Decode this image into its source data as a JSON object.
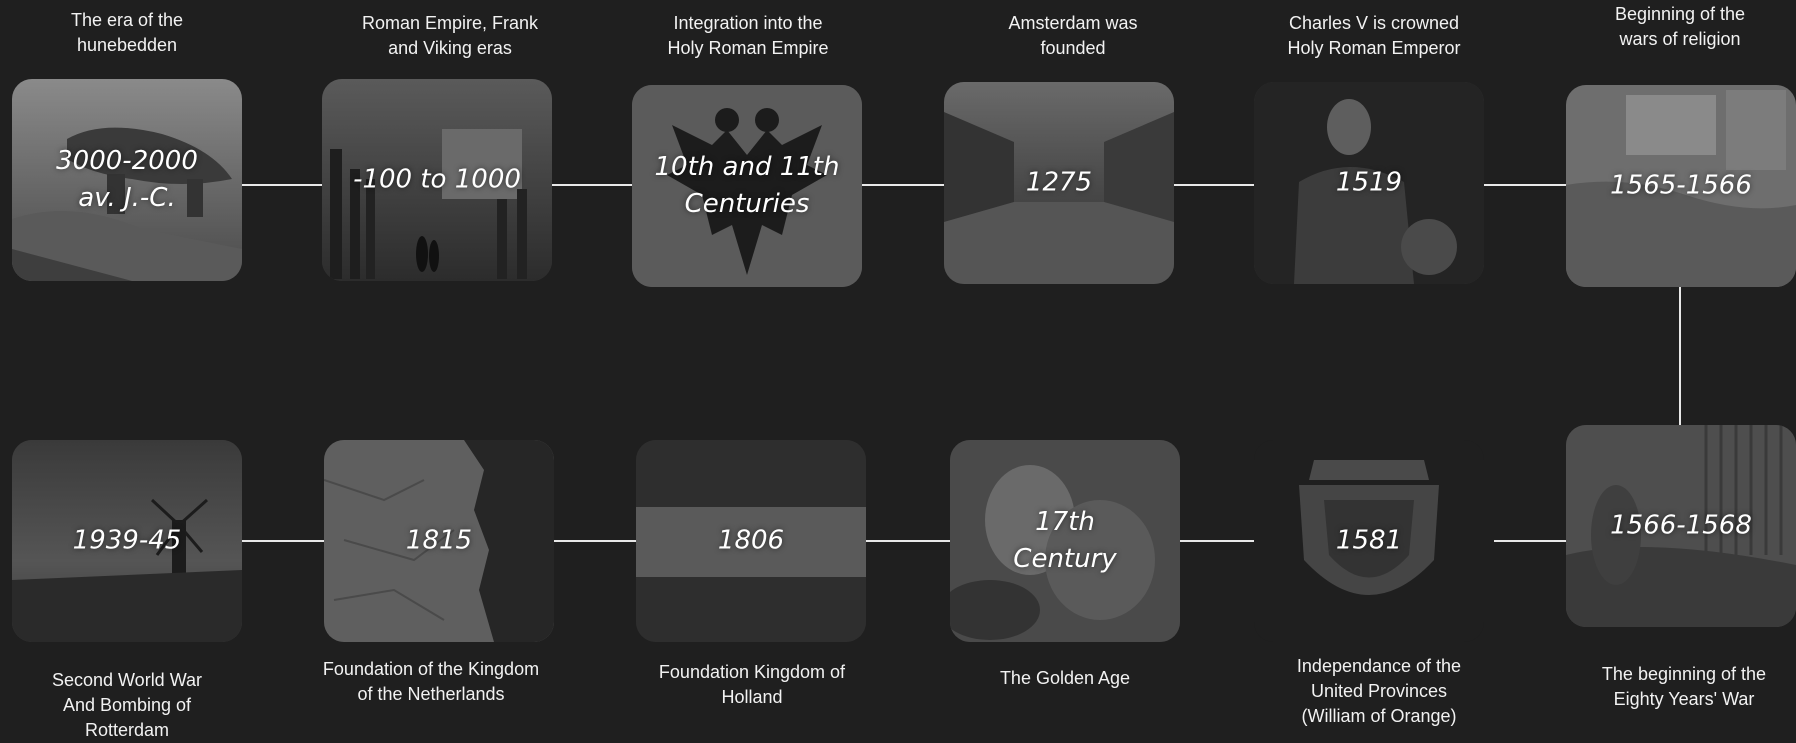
{
  "timeline": {
    "top_row": [
      {
        "caption": "The era of the\nhunebedden",
        "year": "3000-2000\nav. J.-C."
      },
      {
        "caption": "Roman Empire, Frank\nand Viking eras",
        "year": "-100 to 1000"
      },
      {
        "caption": "Integration into the\nHoly Roman Empire",
        "year": "10th and 11th\nCenturies"
      },
      {
        "caption": "Amsterdam was\nfounded",
        "year": "1275"
      },
      {
        "caption": "Charles V is crowned\nHoly Roman Emperor",
        "year": "1519"
      },
      {
        "caption": "Beginning of the\nwars of religion",
        "year": "1565-1566"
      }
    ],
    "bottom_row": [
      {
        "caption": "Second World War\nAnd Bombing of\nRotterdam",
        "year": "1939-45"
      },
      {
        "caption": "Foundation of the Kingdom\nof the Netherlands",
        "year": "1815"
      },
      {
        "caption": "Foundation Kingdom of\nHolland",
        "year": "1806"
      },
      {
        "caption": "The Golden Age",
        "year": "17th\nCentury"
      },
      {
        "caption": "Independance of the\nUnited Provinces\n(William of Orange)",
        "year": "1581"
      },
      {
        "caption": "The beginning of the\nEighty Years' War",
        "year": "1566-1568"
      }
    ]
  },
  "colors": {
    "background": "#1f1f1f",
    "connector": "#e8e8e8",
    "text": "#ffffff"
  }
}
